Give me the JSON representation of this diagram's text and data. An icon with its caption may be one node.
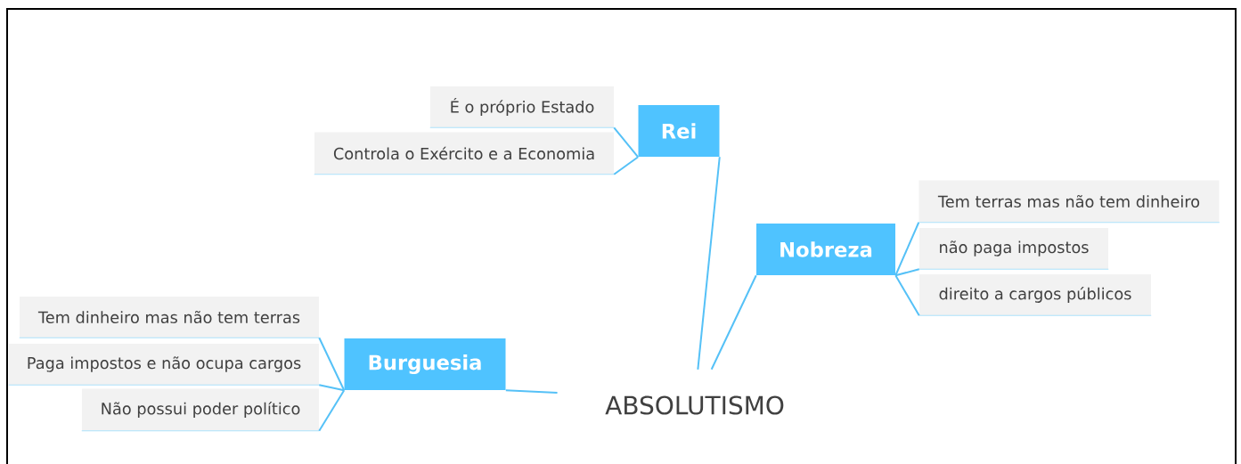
{
  "diagram": {
    "nodes": [
      {
        "text": [
          "ABSOLUTISMO"
        ]
      },
      {
        "text": [
          "Rei"
        ]
      },
      {
        "text": [
          "É o próprio Estado"
        ]
      },
      {
        "text": [
          "Controla o Exército e a Economia"
        ]
      },
      {
        "text": [
          "Nobreza"
        ]
      },
      {
        "text": [
          "Tem terras mas não tem dinheiro"
        ]
      },
      {
        "text": [
          "não paga impostos"
        ]
      },
      {
        "text": [
          "direito a cargos públicos"
        ]
      },
      {
        "text": [
          "Burguesia"
        ]
      },
      {
        "text": [
          "Tem dinheiro mas não tem terras"
        ]
      },
      {
        "text": [
          "Paga impostos e não ocupa cargos"
        ]
      },
      {
        "text": [
          "Não possui poder político"
        ]
      }
    ],
    "edges": [
      {
        "from": 0,
        "to": 1,
        "arrow": "none"
      },
      {
        "from": 1,
        "to": 2,
        "arrow": "none"
      },
      {
        "from": 1,
        "to": 3,
        "arrow": "none"
      },
      {
        "from": 0,
        "to": 4,
        "arrow": "none"
      },
      {
        "from": 4,
        "to": 5,
        "arrow": "none"
      },
      {
        "from": 4,
        "to": 6,
        "arrow": "none"
      },
      {
        "from": 4,
        "to": 7,
        "arrow": "none"
      },
      {
        "from": 0,
        "to": 8,
        "arrow": "none"
      },
      {
        "from": 8,
        "to": 9,
        "arrow": "none"
      },
      {
        "from": 8,
        "to": 10,
        "arrow": "none"
      },
      {
        "from": 8,
        "to": 11,
        "arrow": "none"
      }
    ]
  }
}
